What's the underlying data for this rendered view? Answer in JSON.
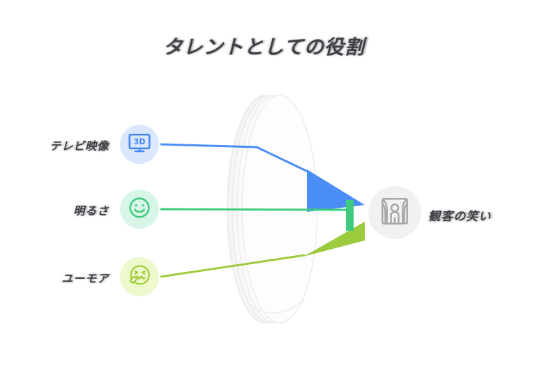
{
  "title": "タレントとしての役割",
  "diagram": {
    "sources": [
      {
        "label": "テレビ映像",
        "icon": "3d-display-icon",
        "accent": "#4285f4",
        "circle_bg": "#dbe7fc"
      },
      {
        "label": "明るさ",
        "icon": "smiley-face-icon",
        "accent": "#3ecb7e",
        "circle_bg": "#d8f6e7"
      },
      {
        "label": "ユーモア",
        "icon": "sneezing-face-icon",
        "accent": "#a3cf3f",
        "circle_bg": "#eef8cd"
      }
    ],
    "lens": {
      "shape": "convex-lens",
      "fill": "#fdfdfd",
      "stroke": "#ececec"
    },
    "target": {
      "label": "観客の笑い",
      "icon": "stage-person-icon",
      "accent": "#a8a8a8",
      "circle_bg": "#f1f1f1"
    },
    "rays": [
      {
        "name": "blue-ray",
        "color": "#4a8df5"
      },
      {
        "name": "green-ray",
        "color": "#3ecb7e"
      },
      {
        "name": "yellow-green-ray",
        "color": "#9ccb3d"
      }
    ]
  },
  "colors": {
    "background": "#ffffff",
    "text": "#3f3f46"
  }
}
